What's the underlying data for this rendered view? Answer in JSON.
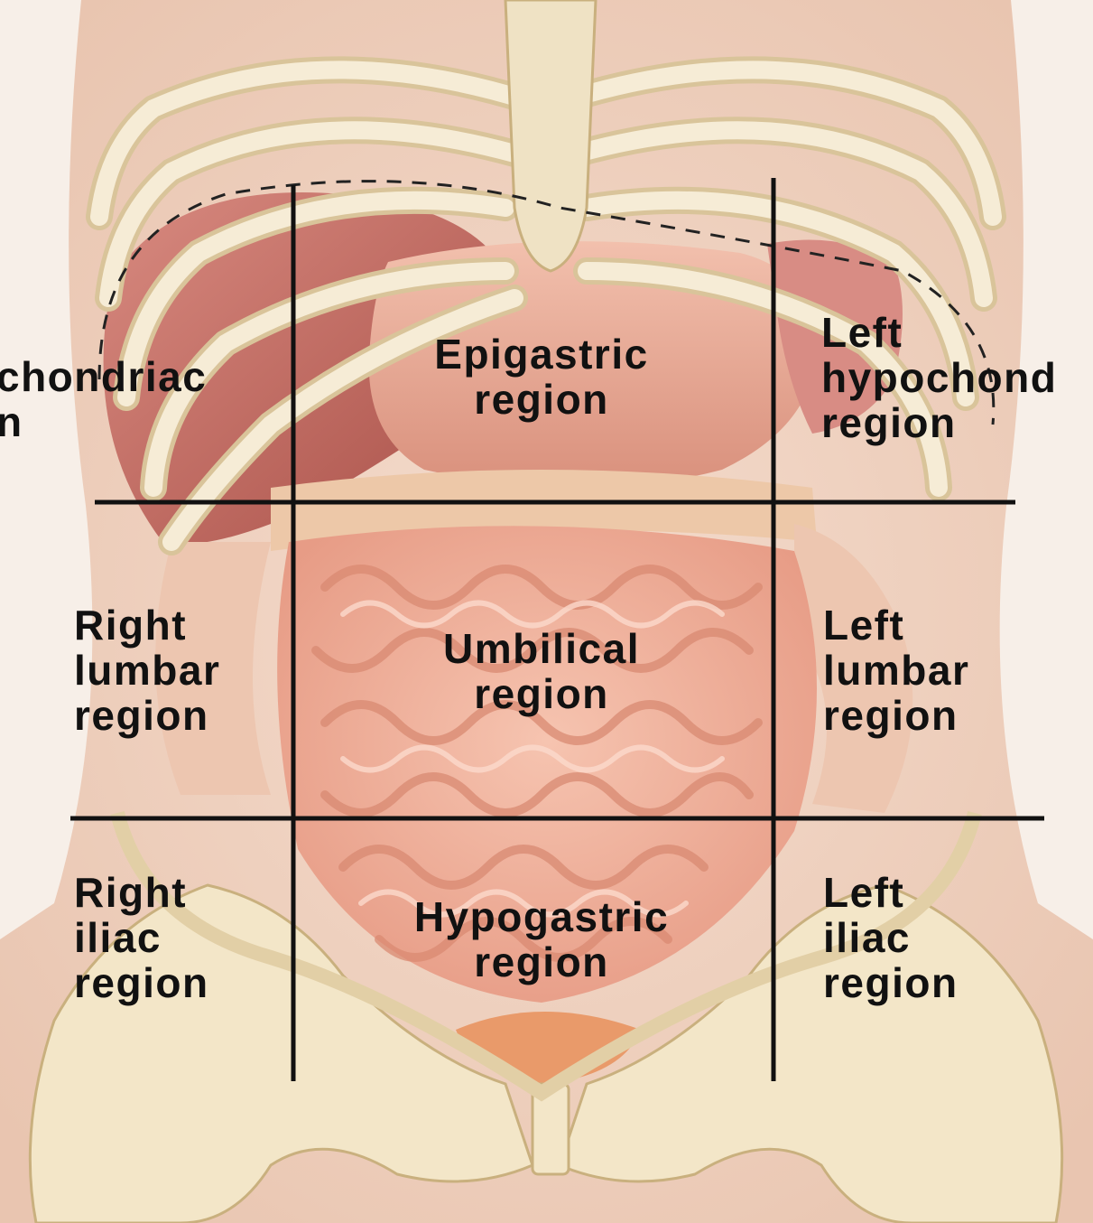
{
  "regions": {
    "right_hypochondriac": [
      "chondriac",
      "n"
    ],
    "epigastric": [
      "Epigastric",
      "region"
    ],
    "left_hypochondriac": [
      "Left",
      "hypochond",
      "region"
    ],
    "right_lumbar": [
      "Right",
      "lumbar",
      "region"
    ],
    "umbilical": [
      "Umbilical",
      "region"
    ],
    "left_lumbar": [
      "Left",
      "lumbar",
      "region"
    ],
    "right_iliac": [
      "Right",
      "iliac",
      "region"
    ],
    "hypogastric": [
      "Hypogastric",
      "region"
    ],
    "left_iliac": [
      "Left",
      "iliac",
      "region"
    ]
  },
  "colors": {
    "bone": "#f3e6c8",
    "bone_shadow": "#d9c49a",
    "skin": "#f2d9c8",
    "intestine": "#f2b5a0",
    "liver": "#c9706a",
    "stomach": "#eab09c",
    "grid_line": "#111111"
  }
}
